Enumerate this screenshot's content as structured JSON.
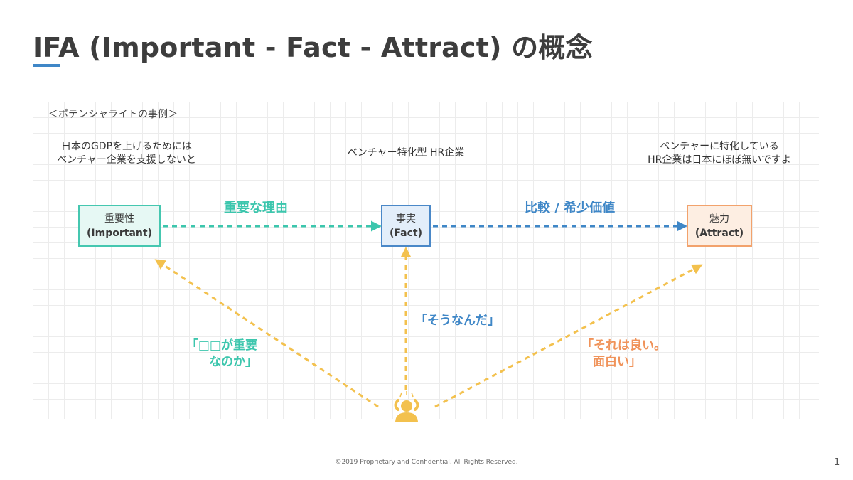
{
  "title": "IFA (Important - Fact - Attract) の概念",
  "case_label": "＜ポテンシャライトの事例＞",
  "captions": {
    "left": [
      "日本のGDPを上げるためには",
      "ベンチャー企業を支援しないと"
    ],
    "center": "ベンチャー特化型 HR企業",
    "right": [
      "ベンチャーに特化している",
      "HR企業は日本にほぼ無いですよ"
    ]
  },
  "nodes": {
    "important": {
      "label": "重要性",
      "sub": "(Important)"
    },
    "fact": {
      "label": "事実",
      "sub": "(Fact)"
    },
    "attract": {
      "label": "魅力",
      "sub": "(Attract)"
    }
  },
  "edges": {
    "important_to_fact": "重要な理由",
    "fact_to_attract": "比較 / 希少価値"
  },
  "reactions": {
    "important": [
      "「□□が重要",
      "なのか」"
    ],
    "fact": "「そうなんだ」",
    "attract": [
      "「それは良い。",
      "面白い」"
    ]
  },
  "icons": {
    "person": "person-thinking-icon"
  },
  "colors": {
    "teal": "#3cc6ad",
    "blue": "#3f87c7",
    "orange": "#f0935a",
    "yellow": "#f3c14e"
  },
  "footer": "©2019 Proprietary and Confidential. All Rights Reserved.",
  "page_number": "1"
}
